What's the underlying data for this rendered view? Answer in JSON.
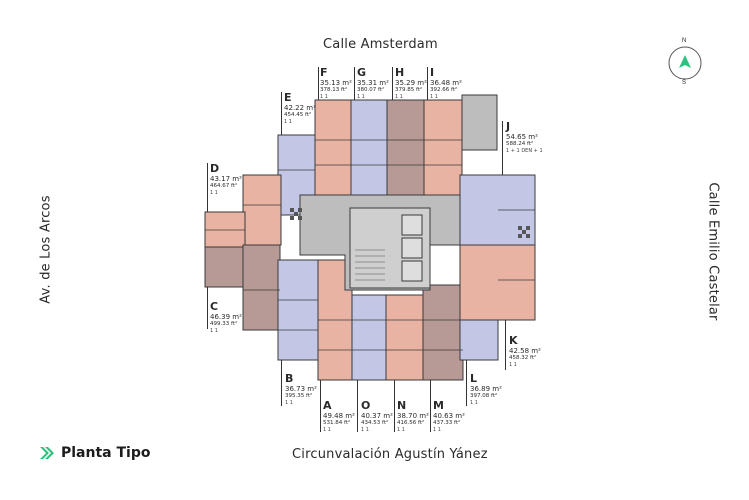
{
  "streets": {
    "top": "Calle Amsterdam",
    "bottom": "Circunvalación Agustín Yánez",
    "left": "Av. de Los Arcos",
    "right": "Calle Emilio Castelar"
  },
  "compass": {
    "north": "N",
    "south": "S"
  },
  "brand": {
    "title": "Planta Tipo",
    "accent": "#2ec27e"
  },
  "colors": {
    "salmon": "#e9b3a3",
    "lavender": "#c4c6e6",
    "mauve": "#b79a95",
    "core_gray": "#bdbdbd",
    "wall": "#3a3a3a"
  },
  "units": [
    {
      "id": "F",
      "area_m2": "35.13 m²",
      "area_ft2": "378.13 ft²",
      "rooms": "1 1"
    },
    {
      "id": "G",
      "area_m2": "35.31 m²",
      "area_ft2": "380.07 ft²",
      "rooms": "1 1"
    },
    {
      "id": "H",
      "area_m2": "35.29 m²",
      "area_ft2": "379.85 ft²",
      "rooms": "1 1"
    },
    {
      "id": "I",
      "area_m2": "36.48 m²",
      "area_ft2": "392.66 ft²",
      "rooms": "1 1"
    },
    {
      "id": "E",
      "area_m2": "42.22 m²",
      "area_ft2": "454.45 ft²",
      "rooms": "1 1"
    },
    {
      "id": "J",
      "area_m2": "54.65 m²",
      "area_ft2": "588.24 ft²",
      "rooms": "1 + 1 DEN + 1"
    },
    {
      "id": "D",
      "area_m2": "43.17 m²",
      "area_ft2": "464.67 ft²",
      "rooms": "1 1"
    },
    {
      "id": "C",
      "area_m2": "46.39 m²",
      "area_ft2": "499.33 ft²",
      "rooms": "1 1"
    },
    {
      "id": "K",
      "area_m2": "42.58 m²",
      "area_ft2": "458.32 ft²",
      "rooms": "1 1"
    },
    {
      "id": "B",
      "area_m2": "36.73 m²",
      "area_ft2": "395.35 ft²",
      "rooms": "1 1"
    },
    {
      "id": "L",
      "area_m2": "36.89 m²",
      "area_ft2": "397.08 ft²",
      "rooms": "1 1"
    },
    {
      "id": "A",
      "area_m2": "49.48 m²",
      "area_ft2": "531.84 ft²",
      "rooms": "1 1"
    },
    {
      "id": "O",
      "area_m2": "40.37 m²",
      "area_ft2": "434.53 ft²",
      "rooms": "1 1"
    },
    {
      "id": "N",
      "area_m2": "38.70 m²",
      "area_ft2": "416.56 ft²",
      "rooms": "1 1"
    },
    {
      "id": "M",
      "area_m2": "40.63 m²",
      "area_ft2": "437.33 ft²",
      "rooms": "1 1"
    }
  ]
}
